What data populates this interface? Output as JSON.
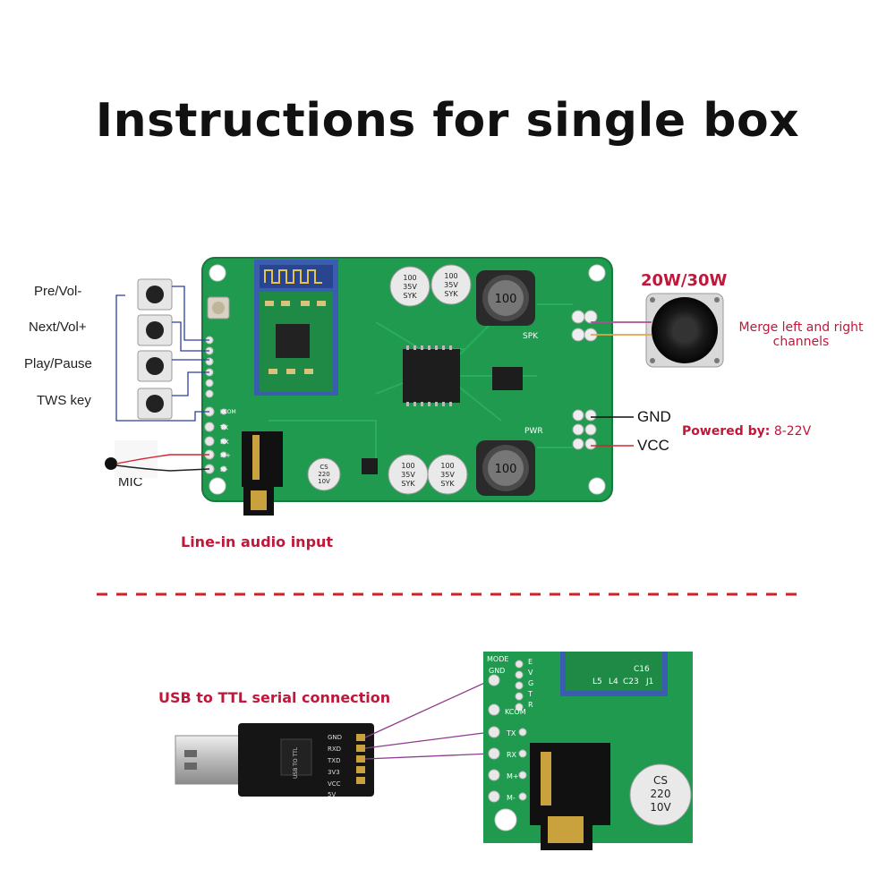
{
  "title": "Instructions for single box",
  "buttons": [
    "Pre/Vol-",
    "Next/Vol+",
    "Play/Pause",
    "TWS key"
  ],
  "mic_label": "MIC",
  "line_in_label": "Line-in audio input",
  "speaker": {
    "power_label": "20W/30W",
    "merge_label_line1": "Merge left and right",
    "merge_label_line2": "channels"
  },
  "power": {
    "gnd_label": "GND",
    "vcc_label": "VCC",
    "powered_by_label": "Powered by:",
    "powered_by_value": "8-22V"
  },
  "board": {
    "cap_text": [
      "100",
      "35V",
      "SYK"
    ],
    "cap_small_text": [
      "CS",
      "220",
      "10V"
    ],
    "inductor_text": "100",
    "spk_label": "SPK",
    "pwr_label": "PWR",
    "pins_left": [
      "TX",
      "RX",
      "M+",
      "M-"
    ],
    "pins_top": [
      "E",
      "V",
      "G",
      "T",
      "R"
    ],
    "kcom_label": "KCOM",
    "mode_label": "MODE"
  },
  "usb_ttl": {
    "label": "USB to TTL serial connection",
    "pins": [
      "GND",
      "RXD",
      "TXD",
      "3V3",
      "VCC",
      "5V"
    ],
    "module_text": "USB TO TTL"
  },
  "closeup": {
    "pins": [
      "MODE",
      "GND",
      "KCOM",
      "TX",
      "RX",
      "M+",
      "M-"
    ],
    "chip_labels": [
      "L5",
      "L4",
      "C23",
      "J1",
      "C16"
    ]
  },
  "colors": {
    "pcb": "#1f9a4e",
    "accent_red": "#c0173a",
    "dash_red": "#d0202a",
    "wire_purple": "#8e3a8e"
  }
}
